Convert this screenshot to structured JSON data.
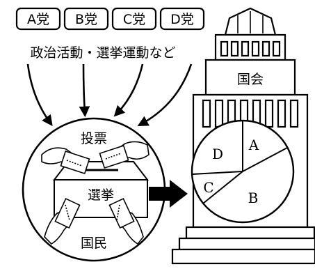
{
  "parties": [
    {
      "label": "A党"
    },
    {
      "label": "B党"
    },
    {
      "label": "C党"
    },
    {
      "label": "D党"
    }
  ],
  "activities_text": "政治活動・選挙運動など",
  "voting_label": "投票",
  "election_label": "選挙",
  "citizens_label": "国民",
  "diet_label": "国会",
  "seat_labels": {
    "a": "A",
    "b": "B",
    "c": "C",
    "d": "D"
  }
}
